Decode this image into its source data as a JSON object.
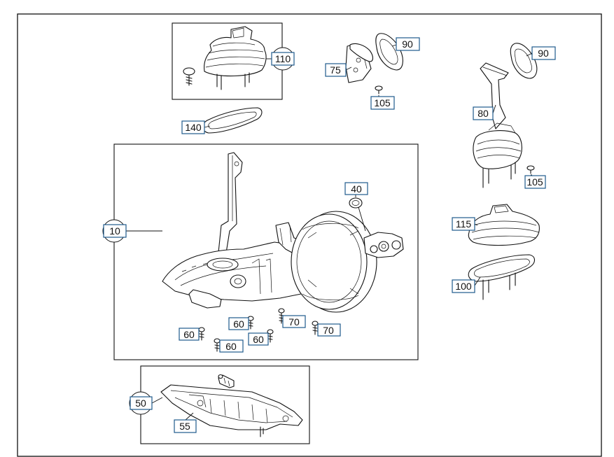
{
  "callouts": {
    "c10": "10",
    "c40": "40",
    "c50": "50",
    "c55": "55",
    "c60a": "60",
    "c60b": "60",
    "c60c": "60",
    "c60d": "60",
    "c70a": "70",
    "c70b": "70",
    "c75": "75",
    "c80": "80",
    "c90a": "90",
    "c90b": "90",
    "c100": "100",
    "c105a": "105",
    "c105b": "105",
    "c110": "110",
    "c115": "115",
    "c140": "140"
  }
}
